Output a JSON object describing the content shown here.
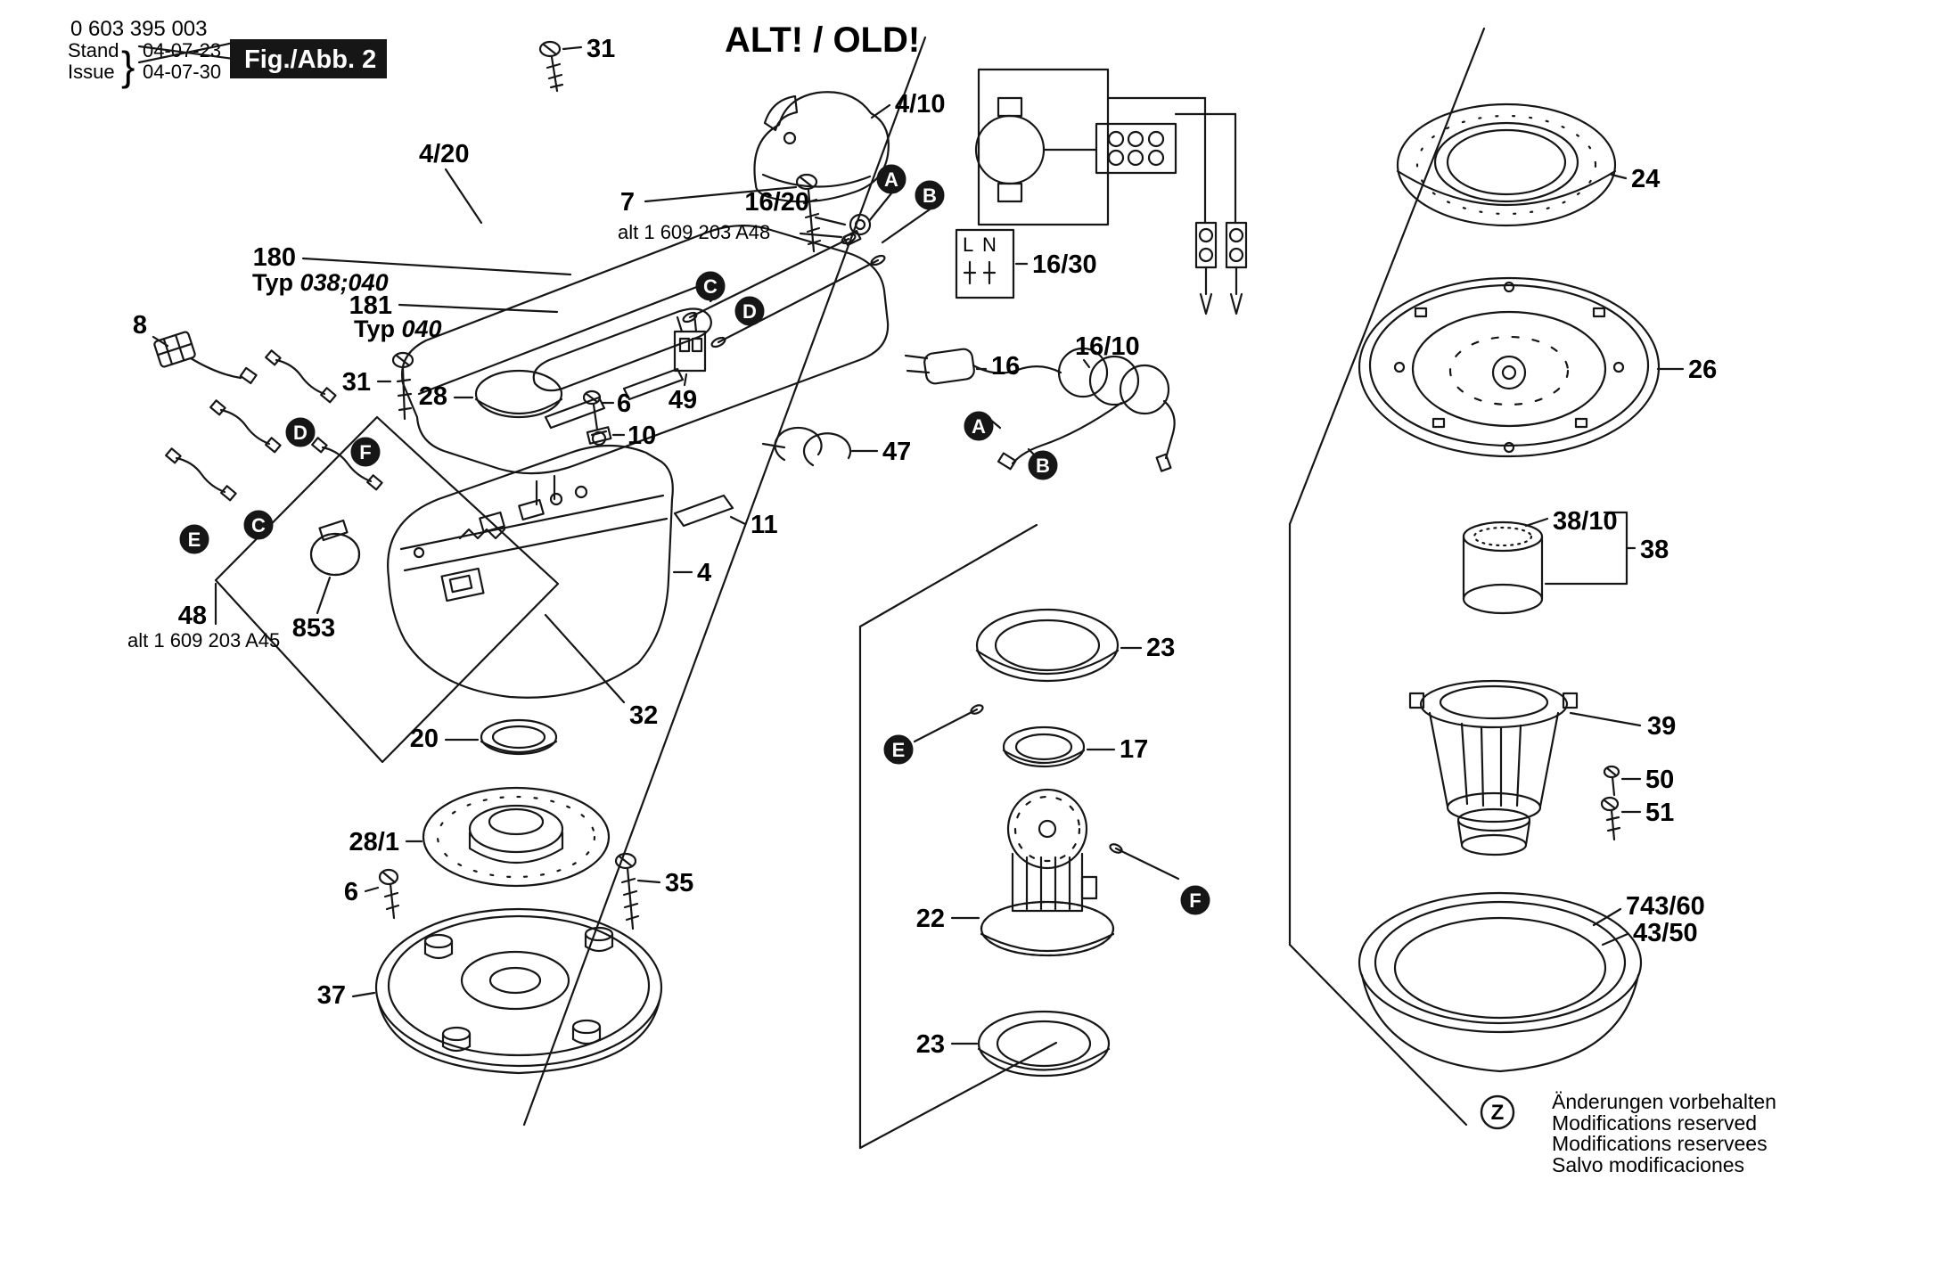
{
  "header": {
    "part_number": "0 603 395 003",
    "stand_label": "Stand",
    "issue_label": "Issue",
    "brace": "}",
    "stand_date": "04-07-23",
    "issue_date": "04-07-30",
    "fig_label": "Fig./Abb. 2",
    "title": "ALT! / OLD!"
  },
  "refs": {
    "alt_a48": "alt 1 609 203 A48",
    "alt_a45": "alt 1 609 203 A45"
  },
  "callouts": {
    "a": "A",
    "b": "B",
    "c": "C",
    "d": "D",
    "e": "E",
    "f": "F",
    "z": "Z"
  },
  "wiring": {
    "l": "L",
    "n": "N"
  },
  "parts": {
    "p31_top": "31",
    "p4_10": "4/10",
    "p4_20": "4/20",
    "p7": "7",
    "p16_20": "16/20",
    "p180": "180",
    "p181": "181",
    "typ_label": "Typ",
    "typ180_value": "038;040",
    "typ181_value": "040",
    "p8": "8",
    "p31_left": "31",
    "p28": "28",
    "p6_mid": "6",
    "p10": "10",
    "p49": "49",
    "p47": "47",
    "p16_30": "16/30",
    "p16": "16",
    "p16_10": "16/10",
    "p48": "48",
    "p853": "853",
    "p11": "11",
    "p4": "4",
    "p32": "32",
    "p20": "20",
    "p28_1": "28/1",
    "p6_bot": "6",
    "p35": "35",
    "p37": "37",
    "p23_top": "23",
    "p17": "17",
    "p22": "22",
    "p23_bot": "23",
    "p24": "24",
    "p26": "26",
    "p38_10": "38/10",
    "p38": "38",
    "p39": "39",
    "p50": "50",
    "p51": "51",
    "p743_60": "743/60",
    "p43_50": "43/50"
  },
  "footer": {
    "lines": [
      "Änderungen vorbehalten",
      "Modifications reserved",
      "Modifications reservees",
      "Salvo modificaciones"
    ]
  }
}
